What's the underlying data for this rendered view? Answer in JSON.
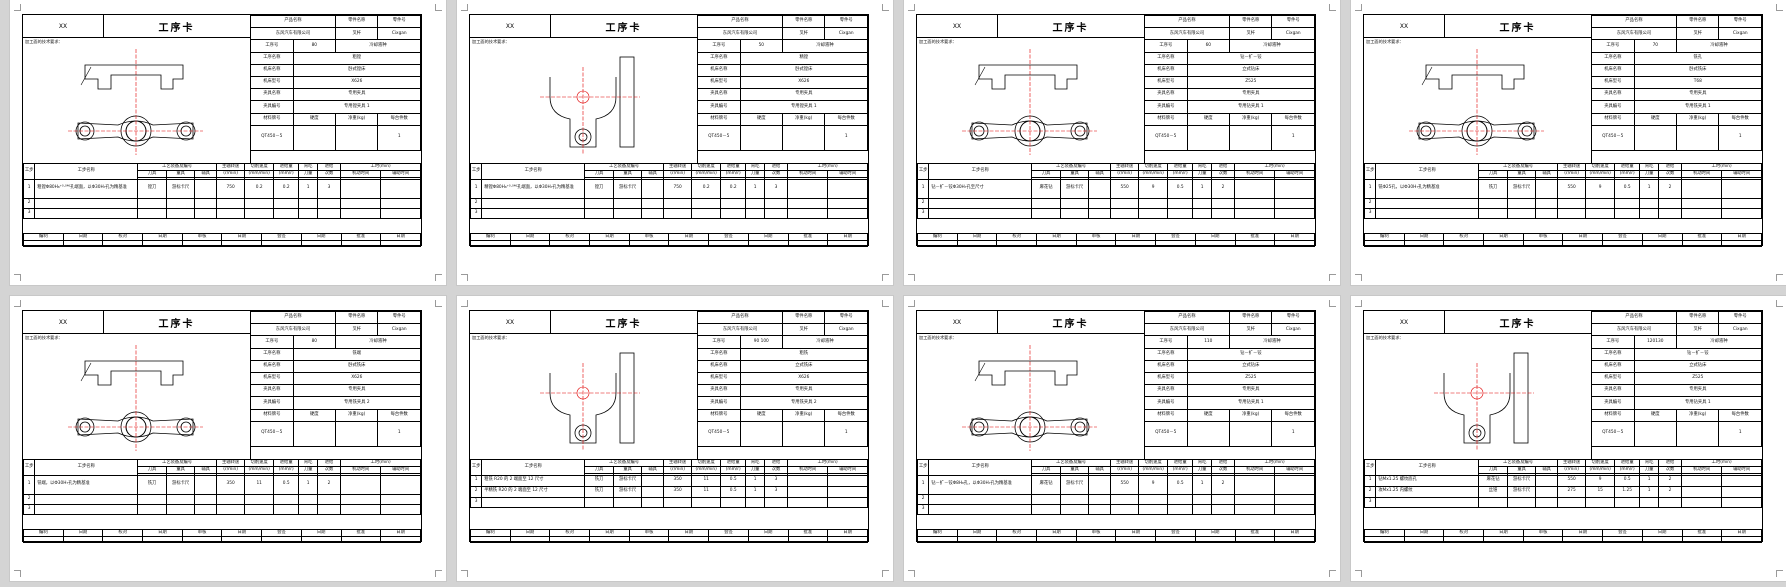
{
  "common": {
    "xx": "XX",
    "title": "工序卡",
    "product_name_label": "产品名称",
    "part_name_label": "零件名称",
    "part_no_label": "零件号",
    "product_model": "东风汽车有限公司",
    "part_name": "叉杆",
    "part_no": "Cixgan",
    "process_no_label": "工序号",
    "coolant_label": "冷却液种",
    "process_name_label": "工序名称",
    "machine_name_label": "机床名称",
    "machine_model_label": "机床型号",
    "fixture_name_label": "夹具名称",
    "fixture_no_label": "夹具编号",
    "material_label": "材料牌号",
    "hardness_label": "硬度",
    "weight_label": "净重(kg)",
    "count_label": "每台件数",
    "material": "QT450－5",
    "count": "1",
    "draw_note": "加工面的技术要求：",
    "step_no_label": "工步",
    "step_name_label": "工步名称",
    "equip_label": "工艺装备及编号",
    "tool_label": "刀具",
    "gauge_label": "量具",
    "aux_label": "辅具",
    "spindle_label": "主轴转速",
    "spindle_unit": "(r/min)",
    "cut_speed_label": "切削速度",
    "cut_speed_unit": "(mm/min)",
    "feed_label": "进给量",
    "feed_unit": "(mm/r)",
    "depth_label": "背吃",
    "depth_unit": "刀量",
    "passes_label": "进给",
    "passes_unit": "次数",
    "time_label": "工时(min)",
    "machine_time_label": "机动时间",
    "aux_time_label": "辅助时间",
    "sign": [
      "编制",
      "日期",
      "校对",
      "日期",
      "审核",
      "日期",
      "会签",
      "日期",
      "批准",
      "日期"
    ]
  },
  "pages": [
    {
      "process_no": "80",
      "process_name": "粗镗",
      "machine_name": "卧式镗床",
      "machine_model": "X626",
      "fixture": "专用夹具",
      "fixture_no": "专用镗夹具 1",
      "steps": [
        {
          "no": "1",
          "desc": "粗镗Φ80H₈⁺⁰·⁰⁴⁶孔端面，以Φ30H₇孔为精基准",
          "tool": "镗刀",
          "gauge": "游标卡尺",
          "spindle": "750",
          "speed": "0.2",
          "feed": "0.2",
          "depth": "1",
          "passes": "3"
        }
      ]
    },
    {
      "process_no": "50",
      "process_name": "精镗",
      "machine_name": "卧式镗床",
      "machine_model": "X626",
      "fixture": "专用夹具",
      "fixture_no": "专用镗夹具 1",
      "steps": [
        {
          "no": "1",
          "desc": "精镗Φ80H₈⁺⁰·⁰⁴⁶孔端面，以Φ30H₇孔为精基准",
          "tool": "镗刀",
          "gauge": "游标卡尺",
          "spindle": "750",
          "speed": "0.2",
          "feed": "0.2",
          "depth": "1",
          "passes": "3"
        }
      ]
    },
    {
      "process_no": "60",
      "process_name": "钻－扩－铰",
      "machine_name": "立式钻床",
      "machine_model": "Z525",
      "fixture": "专用夹具",
      "fixture_no": "专用钻夹具 1",
      "steps": [
        {
          "no": "1",
          "desc": "钻－扩－铰Φ30H₇孔至尺寸",
          "tool": "麻花钻",
          "gauge": "游标卡尺",
          "spindle": "550",
          "speed": "9",
          "feed": "0.5",
          "depth": "1",
          "passes": "2"
        }
      ]
    },
    {
      "process_no": "70",
      "process_name": "铣孔",
      "machine_name": "卧式铣床",
      "machine_model": "T68",
      "fixture": "专用夹具",
      "fixture_no": "专用铣夹具 1",
      "steps": [
        {
          "no": "1",
          "desc": "铣Φ25孔，以Φ30H₇孔为精基准",
          "tool": "铣刀",
          "gauge": "游标卡尺",
          "spindle": "550",
          "speed": "9",
          "feed": "0.5",
          "depth": "1",
          "passes": "2"
        }
      ]
    },
    {
      "process_no": "80",
      "process_name": "铣端",
      "machine_name": "卧式铣床",
      "machine_model": "X626",
      "fixture": "专用夹具",
      "fixture_no": "专用铣夹具 2",
      "steps": [
        {
          "no": "1",
          "desc": "铣端，以Φ30H₇孔为精基准",
          "tool": "铣刀",
          "gauge": "游标卡尺",
          "spindle": "350",
          "speed": "11",
          "feed": "0.5",
          "depth": "1",
          "passes": "2"
        }
      ]
    },
    {
      "process_no": "90 100",
      "process_name": "粗铣",
      "machine_name": "立式铣床",
      "machine_model": "X626",
      "fixture": "专用夹具",
      "fixture_no": "专用铣夹具 2",
      "steps": [
        {
          "no": "1",
          "desc": "粗铣 R20 的 2 端面至 12 尺寸",
          "tool": "铣刀",
          "gauge": "游标卡尺",
          "spindle": "350",
          "speed": "11",
          "feed": "0.5",
          "depth": "1",
          "passes": "3"
        },
        {
          "no": "2",
          "desc": "半精铣 R20 的 2 端面至 12 尺寸",
          "tool": "铣刀",
          "gauge": "游标卡尺",
          "spindle": "350",
          "speed": "11",
          "feed": "0.5",
          "depth": "1",
          "passes": "3"
        }
      ]
    },
    {
      "process_no": "110",
      "process_name": "钻－扩－铰",
      "machine_name": "立式钻床",
      "machine_model": "Z525",
      "fixture": "专用夹具",
      "fixture_no": "专用钻夹具 1",
      "steps": [
        {
          "no": "1",
          "desc": "钻－扩－铰Φ8H₈孔，以Φ30H₇孔为精基准",
          "tool": "麻花钻",
          "gauge": "游标卡尺",
          "spindle": "550",
          "speed": "9",
          "feed": "0.5",
          "depth": "1",
          "passes": "2"
        }
      ]
    },
    {
      "process_no": "120130",
      "process_name": "钻－扩－铰",
      "machine_name": "立式钻床",
      "machine_model": "Z525",
      "fixture": "专用夹具",
      "fixture_no": "专用钻夹具 1",
      "steps": [
        {
          "no": "1",
          "desc": "钻Mx1.25 螺纹底孔",
          "tool": "麻花钻",
          "gauge": "游标卡尺",
          "spindle": "550",
          "speed": "9",
          "feed": "0.5",
          "depth": "1",
          "passes": "2"
        },
        {
          "no": "2",
          "desc": "攻Mx1.25 内螺纹",
          "tool": "丝锥",
          "gauge": "游标卡尺",
          "spindle": "275",
          "speed": "15",
          "feed": "1.25",
          "depth": "1",
          "passes": "2"
        }
      ]
    }
  ]
}
